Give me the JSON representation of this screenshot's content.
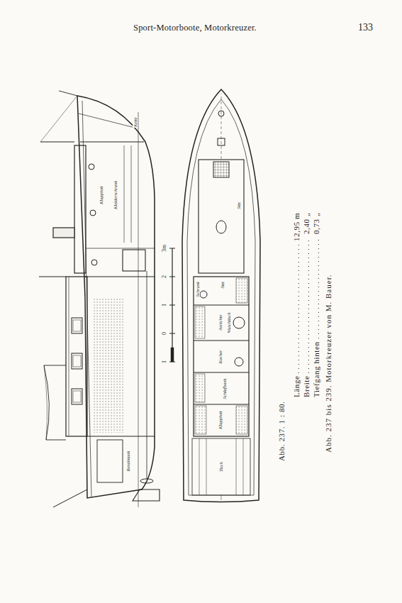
{
  "diagram": {
    "title": "Sport-Motorboote, Motorkreuzer.",
    "caption": "Abb. 237 bis 239. Motorkreuzer von M. Bauer.",
    "labels": [
      "133",
      "Abb. 237. 1 : 80.",
      "Länge",
      "12,95 m",
      "Breite",
      "2,40 „",
      "Tiefgang hinten",
      "0,73 „",
      "1",
      "0",
      "1",
      "2",
      "3m",
      "Kette",
      "Klappbett",
      "Kleiderschrank",
      "Benzintank",
      "Sitz",
      "Schrank",
      "Sitz",
      "Anrichte",
      "Kocher",
      "Schlafbank",
      "Waschtisch",
      "Klappbett",
      "Tisch"
    ]
  }
}
